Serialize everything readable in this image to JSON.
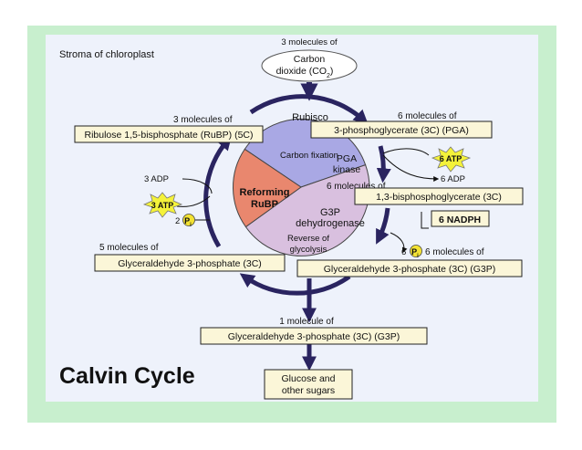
{
  "colors": {
    "frame": "#c8efce",
    "panel": "#eef2fb",
    "fixation_sector": "#a9a8e4",
    "reduction_sector": "#d9c0df",
    "regeneration_sector": "#e9876e",
    "label_box": "#fbf6d8",
    "cycle_arrow": "#2a2460",
    "atp_burst": "#f4f23a",
    "pi_circle": "#f3e233"
  },
  "diagram": {
    "stroma_label": "Stroma of chloroplast",
    "co2_count": "3 molecules of",
    "co2_name_line1": "Carbon",
    "co2_name_line2": "dioxide (CO",
    "co2_subscript": "2",
    "co2_close": ")",
    "rubp_count": "3 molecules of",
    "rubp_box": "Ribulose 1,5-bisphosphate (RuBP) (5C)",
    "pga_count": "6 molecules of",
    "pga_box": "3-phosphoglycerate (3C) (PGA)",
    "enzyme_rubisco": "Rubisco",
    "phase_fixation": "Carbon fixation",
    "enzyme_pga_kinase_line1": "PGA",
    "enzyme_pga_kinase_line2": "kinase",
    "atp_right": "6 ATP",
    "adp_right": "6 ADP",
    "bpg_count": "6 molecules of",
    "bpg_box": "1,3-bisphosphoglycerate (3C)",
    "nadph_box": "6 NADPH",
    "enzyme_g3pdh_line1": "G3P",
    "enzyme_g3pdh_line2": "dehydrogenase",
    "phase_reverse_line1": "Reverse of",
    "phase_reverse_line2": "glycolysis",
    "phase_reforming_line1": "Reforming",
    "phase_reforming_line2": "RuBP",
    "adp_left": "3 ADP",
    "atp_left": "3 ATP",
    "pi_left_count": "2",
    "pi_symbol": "P",
    "pi_subscript": "i",
    "pi_right_count": "6",
    "g3p_left_count": "5 molecules of",
    "g3p_left_box": "Glyceraldehyde 3-phosphate (3C)",
    "g3p_right_count": "6 molecules of",
    "g3p_right_box": "Glyceraldehyde 3-phosphate (3C) (G3P)",
    "output_count": "1 molecule of",
    "output_box": "Glyceraldehyde 3-phosphate (3C) (G3P)",
    "sugars_line1": "Glucose and",
    "sugars_line2": "other sugars",
    "title": "Calvin Cycle"
  }
}
